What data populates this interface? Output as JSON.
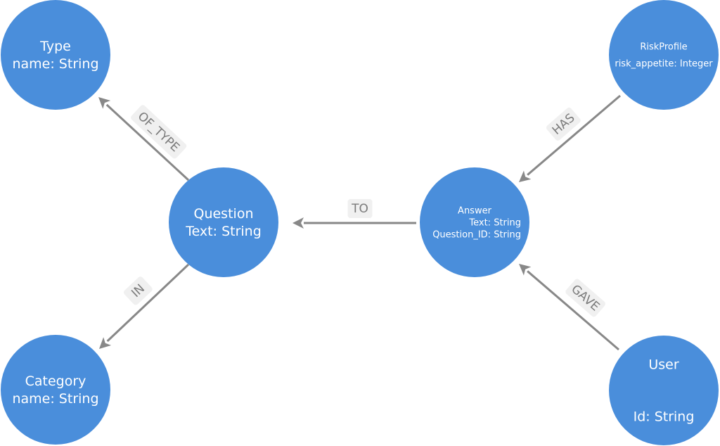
{
  "diagram": {
    "type": "graph-schema",
    "colors": {
      "node": "#4a8edb",
      "node_text": "#ffffff",
      "edge": "#888888",
      "label_bg": "#f0f0f0",
      "label_text": "#7a7a7a"
    },
    "nodes": [
      {
        "id": "type",
        "lines": [
          "Type",
          "name: String"
        ]
      },
      {
        "id": "riskprofile",
        "lines": [
          "RiskProfile",
          "risk_appetite: Integer"
        ]
      },
      {
        "id": "question",
        "lines": [
          "Question",
          "Text: String"
        ]
      },
      {
        "id": "answer",
        "lines": [
          "Answer",
          "Text: String",
          "Question_ID: String"
        ]
      },
      {
        "id": "category",
        "lines": [
          "Category",
          "name: String"
        ]
      },
      {
        "id": "user",
        "lines": [
          "User",
          "Id: String"
        ]
      }
    ],
    "edges": [
      {
        "from": "question",
        "to": "type",
        "label": "OF_TYPE"
      },
      {
        "from": "riskprofile",
        "to": "answer",
        "label": "HAS"
      },
      {
        "from": "answer",
        "to": "question",
        "label": "TO"
      },
      {
        "from": "question",
        "to": "category",
        "label": "IN"
      },
      {
        "from": "user",
        "to": "answer",
        "label": "GAVE"
      }
    ]
  }
}
